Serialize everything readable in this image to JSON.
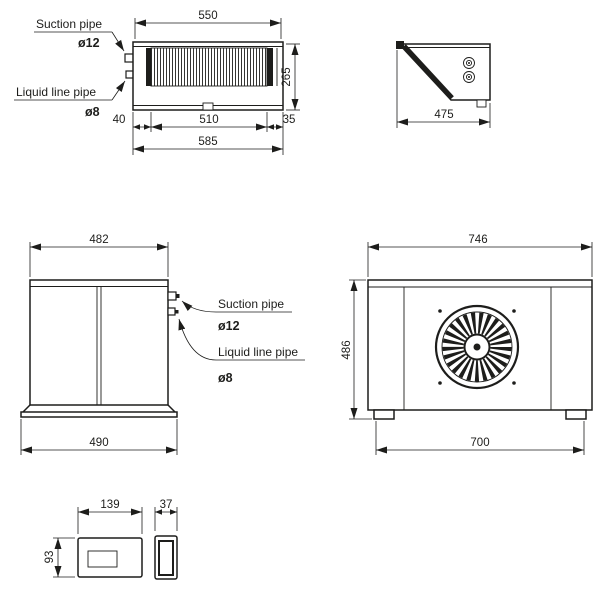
{
  "drawing": {
    "background": "#ffffff",
    "line_color": "#1d1d1b",
    "evaporator_top_view": {
      "suction_pipe_label": "Suction pipe",
      "suction_pipe_diameter": "ø12",
      "liquid_line_label": "Liquid line pipe",
      "liquid_line_diameter": "ø8",
      "dim_top_width": "550",
      "dim_depth": "265",
      "dim_left_offset": "40",
      "dim_inner_width": "510",
      "dim_right_offset": "35",
      "dim_total_width": "585"
    },
    "evaporator_side_view": {
      "dim_depth": "475"
    },
    "condensing_side_view": {
      "dim_top_width": "482",
      "dim_base_width": "490",
      "suction_pipe_label": "Suction pipe",
      "suction_pipe_diameter": "ø12",
      "liquid_line_label": "Liquid line pipe",
      "liquid_line_diameter": "ø8"
    },
    "condensing_front_view": {
      "dim_top_width": "746",
      "dim_height": "486",
      "dim_feet_width": "700"
    },
    "controller_front_view": {
      "dim_width": "139",
      "dim_height": "93"
    },
    "controller_side_view": {
      "dim_depth": "37"
    }
  }
}
